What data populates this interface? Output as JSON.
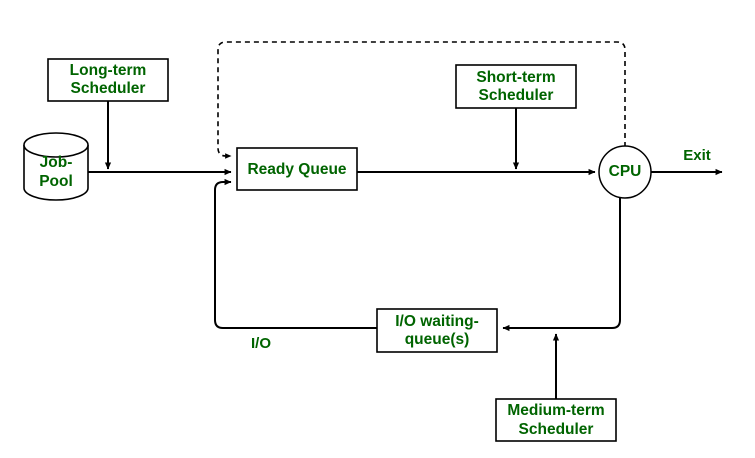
{
  "diagram": {
    "title": "Process Scheduling Diagram",
    "accent_color": "#006400",
    "line_color": "#000000",
    "background": "#ffffff"
  },
  "nodes": {
    "long_term_scheduler": {
      "line1": "Long-term",
      "line2": "Scheduler"
    },
    "job_pool": {
      "line1": "Job-",
      "line2": "Pool"
    },
    "ready_queue": {
      "label": "Ready Queue"
    },
    "short_term_scheduler": {
      "line1": "Short-term",
      "line2": "Scheduler"
    },
    "cpu": {
      "label": "CPU"
    },
    "io_waiting_queue": {
      "line1": "I/O waiting-",
      "line2": "queue(s)"
    },
    "medium_term_scheduler": {
      "line1": "Medium-term",
      "line2": "Scheduler"
    }
  },
  "edge_labels": {
    "exit": "Exit",
    "io": "I/O"
  }
}
